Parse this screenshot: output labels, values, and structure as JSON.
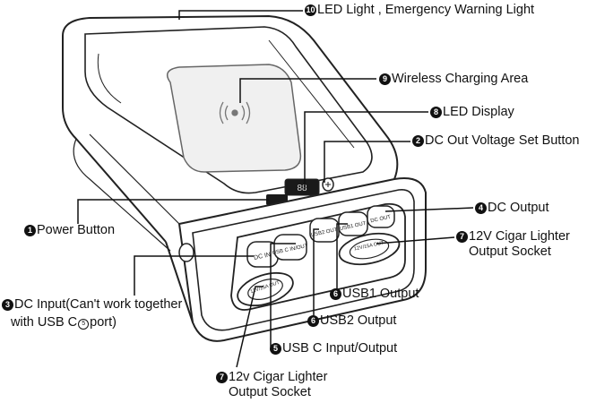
{
  "callouts": [
    {
      "number": "10",
      "text": "LED Light , Emergency Warning Light"
    },
    {
      "number": "9",
      "text": "Wireless Charging Area"
    },
    {
      "number": "8",
      "text": "LED Display"
    },
    {
      "number": "2",
      "text": "DC Out Voltage Set Button"
    },
    {
      "number": "4",
      "text": "DC Output"
    },
    {
      "number": "7",
      "text": "12V Cigar Lighter",
      "text2": "Output Socket"
    },
    {
      "number": "1",
      "text": "Power Button"
    },
    {
      "number": "3",
      "text": "DC Input(Can't work together",
      "text2_prefix": "with USB C",
      "text2_num": "5",
      "text2_suffix": "port)"
    },
    {
      "number": "6",
      "text": "USB1 Output"
    },
    {
      "number": "6",
      "text": "USB2 Output"
    },
    {
      "number": "5",
      "text": "USB C Input/Output"
    },
    {
      "number": "7",
      "text": "12v Cigar Lighter",
      "text2": "Output Socket"
    }
  ],
  "device_labels": {
    "dc_in": "DC IN",
    "usb_c": "USB C IN/OUT",
    "usb2": "USB2 OUT",
    "usb1": "USB1 OUT",
    "dc_out": "DC OUT",
    "socket_right": "12V/15A OUT",
    "socket_left": "12V/15A OUT",
    "display_digits": "88"
  },
  "colors": {
    "ink": "#111111",
    "line": "#222222",
    "background": "#ffffff"
  }
}
